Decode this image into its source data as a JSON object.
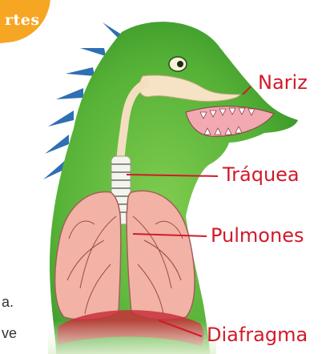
{
  "banner": {
    "text": "rtes"
  },
  "background_text": {
    "fragment_1": "a.",
    "fragment_2": "ve"
  },
  "labels": {
    "nose": "Nariz",
    "trachea": "Tráquea",
    "lungs": "Pulmones",
    "diaphragm": "Diafragma"
  },
  "colors": {
    "skin": "#5cb43a",
    "spikes": "#2f6fb3",
    "lungs": "#f2b2a6",
    "label": "#d11a2a",
    "banner": "#f6a623"
  }
}
